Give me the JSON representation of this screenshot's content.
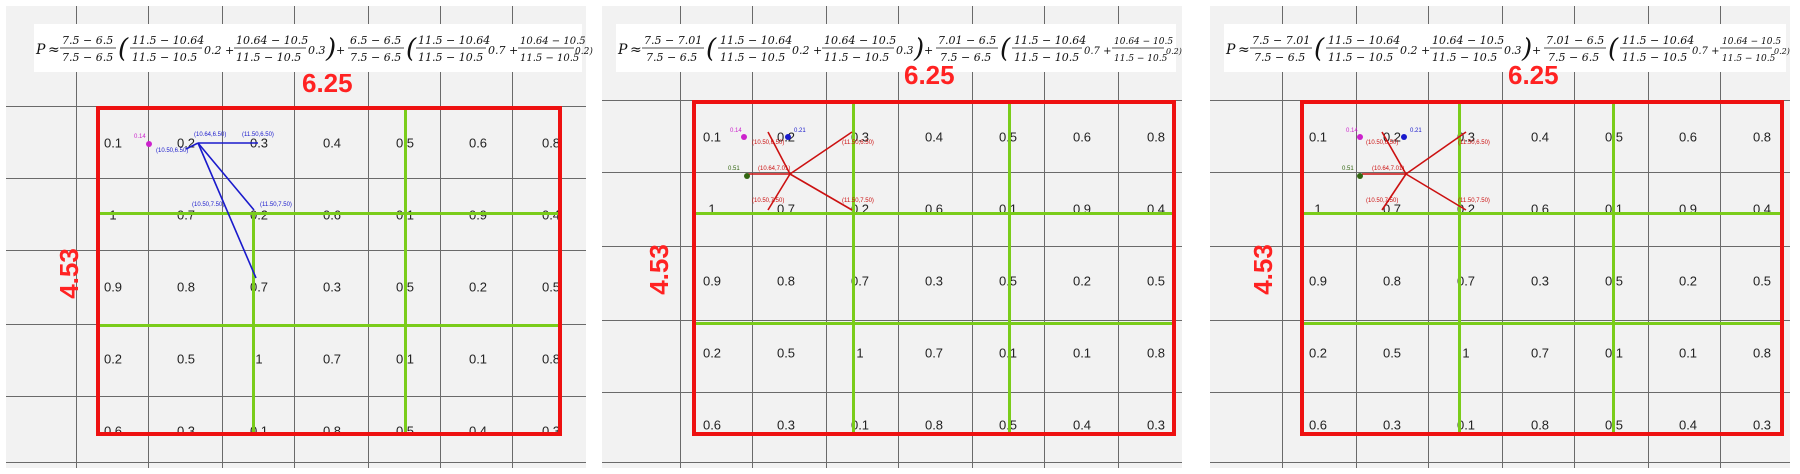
{
  "panels": [
    {
      "formula": "P ≈ (7.5 − 6.5)/(7.5 − 6.5) ((11.5 − 10.64)/(11.5 − 10.5) 0.2 + (10.64 − 10.5)/(11.5 − 10.5) 0.3) + (6.5 − 6.5)/(7.5 − 6.5) ((11.5 − 10.64)/(11.5 − 10.5) 0.7 + (10.64 − 10.5)/(11.5 − 10.5) 0.2)",
      "width_label": "6.25",
      "height_label": "4.53",
      "rows": [
        [
          "0.1",
          "0.2",
          "0.3",
          "0.4",
          "0.5",
          "0.6",
          "0.8"
        ],
        [
          "1",
          "0.7",
          "0.2",
          "0.6",
          "0.1",
          "0.9",
          "0.4"
        ],
        [
          "0.9",
          "0.8",
          "0.7",
          "0.3",
          "0.5",
          "0.2",
          "0.5"
        ],
        [
          "0.2",
          "0.5",
          "1",
          "0.7",
          "0.1",
          "0.1",
          "0.8"
        ],
        [
          "0.6",
          "0.3",
          "0.1",
          "0.8",
          "0.5",
          "0.4",
          "0.3"
        ]
      ],
      "annotations": {
        "point_value": "0.14",
        "p1": "(10.64,6.50)",
        "p2": "(11.50,6.50)",
        "p3": "(10.50,6.50)",
        "p4": "(10.50,7.50)",
        "p5": "(11.50,7.50)"
      }
    },
    {
      "formula": "P ≈ (7.5 − 7.01)/(7.5 − 6.5) ((11.5 − 10.64)/(11.5 − 10.5) 0.2 + (10.64 − 10.5)/(11.5 − 10.5) 0.3) + (7.01 − 6.5)/(7.5 − 6.5) ((11.5 − 10.64)/(11.5 − 10.5) 0.7 + (10.64 − 10.5)/(11.5 − 10.5) 0.2)",
      "width_label": "6.25",
      "height_label": "4.53",
      "rows": [
        [
          "0.1",
          "0.2",
          "0.3",
          "0.4",
          "0.5",
          "0.6",
          "0.8"
        ],
        [
          "1",
          "0.7",
          "0.2",
          "0.6",
          "0.1",
          "0.9",
          "0.4"
        ],
        [
          "0.9",
          "0.8",
          "0.7",
          "0.3",
          "0.5",
          "0.2",
          "0.5"
        ],
        [
          "0.2",
          "0.5",
          "1",
          "0.7",
          "0.1",
          "0.1",
          "0.8"
        ],
        [
          "0.6",
          "0.3",
          "0.1",
          "0.8",
          "0.5",
          "0.4",
          "0.3"
        ]
      ],
      "annotations": {
        "v_magenta": "0.14",
        "v_blue": "0.21",
        "v_green": "0.51",
        "center": "(10.64,7.01)",
        "tl": "(10.50,6.50)",
        "tr": "(11.50,6.50)",
        "bl": "(10.50,7.50)",
        "br": "(11.50,7.50)"
      }
    },
    {
      "formula": "P ≈ (7.5 − 7.01)/(7.5 − 6.5) ((11.5 − 10.64)/(11.5 − 10.5) 0.2 + (10.64 − 10.5)/(11.5 − 10.5) 0.3) + (7.01 − 6.5)/(7.5 − 6.5) ((11.5 − 10.64)/(11.5 − 10.5) 0.7 + (10.64 − 10.5)/(11.5 − 10.5) 0.2)",
      "width_label": "6.25",
      "height_label": "4.53",
      "rows": [
        [
          "0.1",
          "0.2",
          "0.3",
          "0.4",
          "0.5",
          "0.6",
          "0.8"
        ],
        [
          "1",
          "0.7",
          "0.2",
          "0.6",
          "0.1",
          "0.9",
          "0.4"
        ],
        [
          "0.9",
          "0.8",
          "0.7",
          "0.3",
          "0.5",
          "0.2",
          "0.5"
        ],
        [
          "0.2",
          "0.5",
          "1",
          "0.7",
          "0.1",
          "0.1",
          "0.8"
        ],
        [
          "0.6",
          "0.3",
          "0.1",
          "0.8",
          "0.5",
          "0.4",
          "0.3"
        ]
      ],
      "annotations": {
        "v_magenta": "0.14",
        "v_blue": "0.21",
        "v_green": "0.51",
        "center": "(10.64,7.01)",
        "tl": "(10.50,6.50)",
        "tr": "(11.50,6.50)",
        "bl": "(10.50,7.50)",
        "br": "(11.50,7.50)"
      }
    }
  ],
  "colors": {
    "border_red": "#ee1111",
    "grid_green": "#7acc1a",
    "first_panel_lines": "#1a1acc",
    "other_panel_lines": "#cc1111",
    "magenta": "#cc22cc",
    "blue_point": "#1a1acc",
    "green_point": "#336611"
  }
}
